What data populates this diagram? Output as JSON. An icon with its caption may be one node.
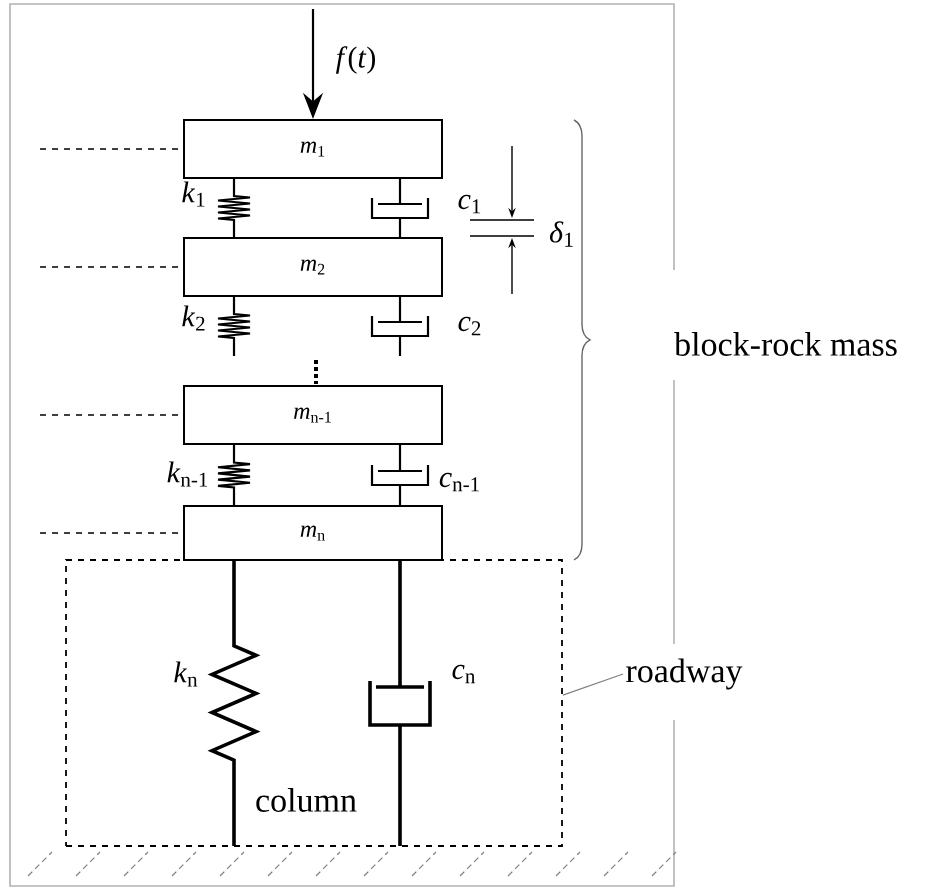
{
  "diagram": {
    "nodes": [
      {
        "text": [
          "*m*$_{1}$"
        ]
      },
      {
        "text": [
          "*m*$_{2}$"
        ]
      },
      {
        "text": [
          "*m*$_{n-1}$"
        ]
      },
      {
        "text": [
          "*m*$_{n}$"
        ]
      },
      {
        "text": [],
        "shape": "box"
      },
      {
        "text": [
          "roadway"
        ]
      }
    ],
    "edges": [
      {
        "from": null,
        "to": 0,
        "arrow": "to",
        "label": "*f*(*t*)"
      },
      {
        "from": 5,
        "to": 4,
        "arrow": "none",
        "color": "#808080"
      },
      {
        "from": 0,
        "to": 1,
        "arrow": "none",
        "label": "*k*$_{1}$"
      },
      {
        "from": 0,
        "to": 1,
        "arrow": "none",
        "label": "*c*$_{1}$"
      },
      {
        "from": 1,
        "to": null,
        "arrow": "none",
        "label": "*k*$_{2}$"
      },
      {
        "from": 1,
        "to": null,
        "arrow": "none",
        "label": "*c*$_{2}$"
      },
      {
        "from": 2,
        "to": 3,
        "arrow": "none",
        "label": "*k*$_{n-1}$"
      },
      {
        "from": 2,
        "to": 3,
        "arrow": "none",
        "label": "*c*$_{n-1}$"
      },
      {
        "from": 3,
        "to": 4,
        "arrow": "none",
        "label": "*k*$_{n}$"
      },
      {
        "from": 3,
        "to": 4,
        "arrow": "none",
        "label": "*c*$_{n}$"
      }
    ],
    "labels": [
      "*δ*$_{1}$",
      "block-rock mass",
      "column"
    ]
  }
}
